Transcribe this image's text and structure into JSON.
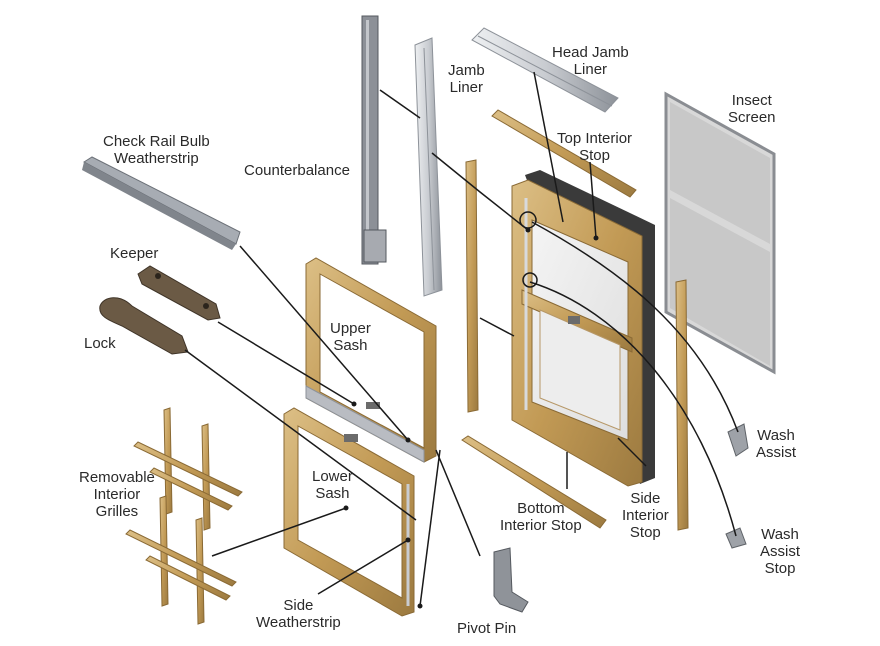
{
  "diagram": {
    "labels": {
      "head_jamb_liner": [
        "Head Jamb",
        "Liner"
      ],
      "jamb_liner": [
        "Jamb",
        "Liner"
      ],
      "insect_screen": [
        "Insect",
        "Screen"
      ],
      "check_rail_bulb_weatherstrip": [
        "Check Rail Bulb",
        "Weatherstrip"
      ],
      "counterbalance": [
        "Counterbalance"
      ],
      "top_interior_stop": [
        "Top Interior",
        "Stop"
      ],
      "keeper": [
        "Keeper"
      ],
      "upper_sash": [
        "Upper",
        "Sash"
      ],
      "lock": [
        "Lock"
      ],
      "wash_assist": [
        "Wash",
        "Assist"
      ],
      "removable_interior_grilles": [
        "Removable",
        "Interior",
        "Grilles"
      ],
      "lower_sash": [
        "Lower",
        "Sash"
      ],
      "bottom_interior_stop": [
        "Bottom",
        "Interior Stop"
      ],
      "side_interior_stop": [
        "Side",
        "Interior",
        "Stop"
      ],
      "wash_assist_stop": [
        "Wash",
        "Assist",
        "Stop"
      ],
      "side_weatherstrip": [
        "Side",
        "Weatherstrip"
      ],
      "pivot_pin": [
        "Pivot Pin"
      ]
    },
    "colors": {
      "wood": "#c29a55",
      "wood_dark": "#8a6a35",
      "wood_light": "#dcbf86",
      "metal": "#c9ccd1",
      "metal_dark": "#7b8087",
      "screen": "#cfcfcf",
      "leader_line": "#1a1a1a",
      "label_text": "#2a2a2a"
    }
  }
}
